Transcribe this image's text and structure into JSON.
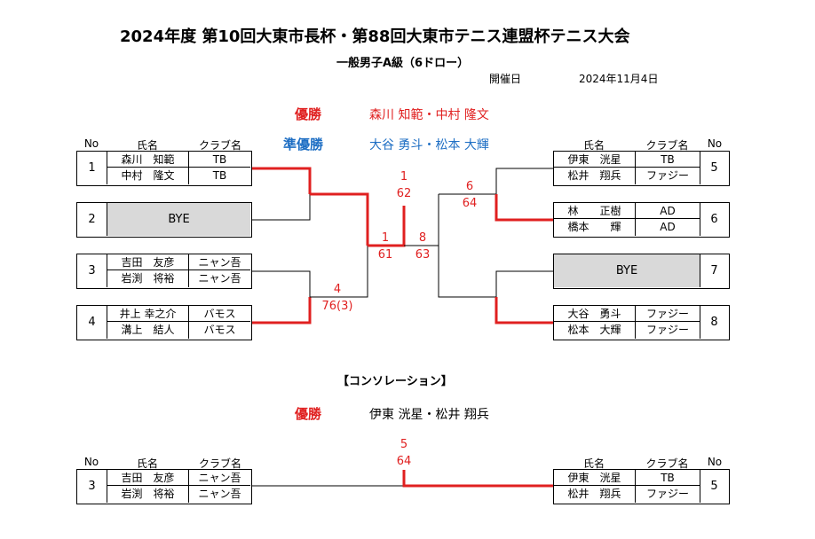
{
  "title": "2024年度 第10回大東市長杯・第88回大東市テニス連盟杯テニス大会",
  "subtitle": "一般男子A級（6ドロー）",
  "date_label": "開催日",
  "date_value": "2024年11月4日",
  "main": {
    "champion_label": "優勝",
    "champion": "森川 知範・中村 隆文",
    "runnerup_label": "準優勝",
    "runnerup": "大谷 勇斗・松本 大輝",
    "headers": {
      "no": "No",
      "name": "氏名",
      "club": "クラブ名"
    },
    "left": [
      {
        "no": "1",
        "p1": "森川　知範",
        "c1": "TB",
        "p2": "中村　隆文",
        "c2": "TB"
      },
      {
        "no": "2",
        "bye": "BYE"
      },
      {
        "no": "3",
        "p1": "吉田　友彦",
        "c1": "ニャン吾",
        "p2": "岩渕　将裕",
        "c2": "ニャン吾"
      },
      {
        "no": "4",
        "p1": "井上 幸之介",
        "c1": "バモス",
        "p2": "溝上　結人",
        "c2": "バモス"
      }
    ],
    "right": [
      {
        "no": "5",
        "p1": "伊東　洸星",
        "c1": "TB",
        "p2": "松井　翔兵",
        "c2": "ファジー"
      },
      {
        "no": "6",
        "p1": "林　　正樹",
        "c1": "AD",
        "p2": "橋本　　輝",
        "c2": "AD"
      },
      {
        "no": "7",
        "bye": "BYE"
      },
      {
        "no": "8",
        "p1": "大谷　勇斗",
        "c1": "ファジー",
        "p2": "松本　大輝",
        "c2": "ファジー"
      }
    ],
    "scores": {
      "final_top": "1",
      "final_bottom": "62",
      "semi_left_top": "1",
      "semi_left_bottom": "61",
      "semi_right_top": "8",
      "semi_right_bottom": "63",
      "qf_left_top": "4",
      "qf_left_bottom": "76(3)",
      "qf_right_top": "6",
      "qf_right_bottom": "64"
    }
  },
  "consolation": {
    "heading": "【コンソレーション】",
    "champion_label": "優勝",
    "champion": "伊東 洸星・松井 翔兵",
    "headers": {
      "no": "No",
      "name": "氏名",
      "club": "クラブ名"
    },
    "left": {
      "no": "3",
      "p1": "吉田　友彦",
      "c1": "ニャン吾",
      "p2": "岩渕　将裕",
      "c2": "ニャン吾"
    },
    "right": {
      "no": "5",
      "p1": "伊東　洸星",
      "c1": "TB",
      "p2": "松井　翔兵",
      "c2": "ファジー"
    },
    "score_top": "5",
    "score_bottom": "64"
  },
  "colors": {
    "win_line": "#e02020",
    "blue": "#1f6fc4",
    "bye_bg": "#d9d9d9"
  }
}
